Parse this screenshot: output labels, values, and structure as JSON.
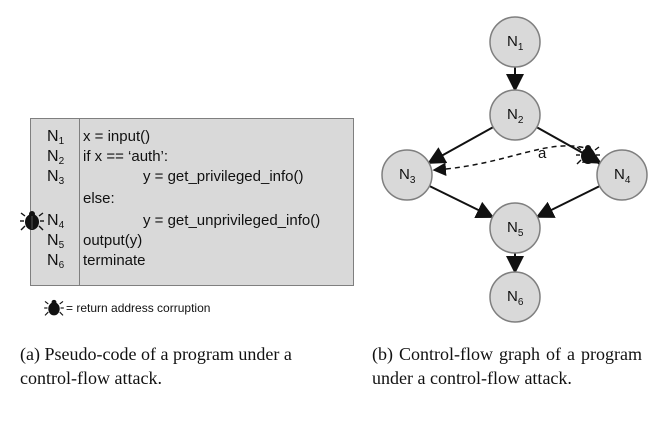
{
  "code_panel": {
    "rows": [
      {
        "label": "N",
        "sub": "1",
        "code": "x = input()",
        "indent": 0
      },
      {
        "label": "N",
        "sub": "2",
        "code": "if x == ‘auth’:",
        "indent": 0
      },
      {
        "label": "N",
        "sub": "3",
        "code": "y = get_privileged_info()",
        "indent": 1
      },
      {
        "label": "",
        "sub": "",
        "code": "else:",
        "indent": 0
      },
      {
        "label": "N",
        "sub": "4",
        "code": "y = get_unprivileged_info()",
        "indent": 1
      },
      {
        "label": "N",
        "sub": "5",
        "code": "output(y)",
        "indent": 0
      },
      {
        "label": "N",
        "sub": "6",
        "code": "terminate",
        "indent": 0
      }
    ]
  },
  "legend": {
    "icon": "bug-icon",
    "text": "= return address corruption"
  },
  "graph": {
    "nodes": [
      {
        "id": "N1",
        "label": "N",
        "sub": "1"
      },
      {
        "id": "N2",
        "label": "N",
        "sub": "2"
      },
      {
        "id": "N3",
        "label": "N",
        "sub": "3"
      },
      {
        "id": "N4",
        "label": "N",
        "sub": "4"
      },
      {
        "id": "N5",
        "label": "N",
        "sub": "5"
      },
      {
        "id": "N6",
        "label": "N",
        "sub": "6"
      }
    ],
    "edges": [
      {
        "from": "N1",
        "to": "N2"
      },
      {
        "from": "N2",
        "to": "N3"
      },
      {
        "from": "N2",
        "to": "N4"
      },
      {
        "from": "N3",
        "to": "N5"
      },
      {
        "from": "N4",
        "to": "N5"
      },
      {
        "from": "N5",
        "to": "N6"
      }
    ],
    "attack_edge": {
      "from": "N4",
      "to": "N3",
      "label": "a",
      "style": "dashed"
    }
  },
  "captions": {
    "a": "(a) Pseudo-code of a program under a control-flow attack.",
    "b": "(b) Control-flow graph of a program under a control-flow attack."
  }
}
